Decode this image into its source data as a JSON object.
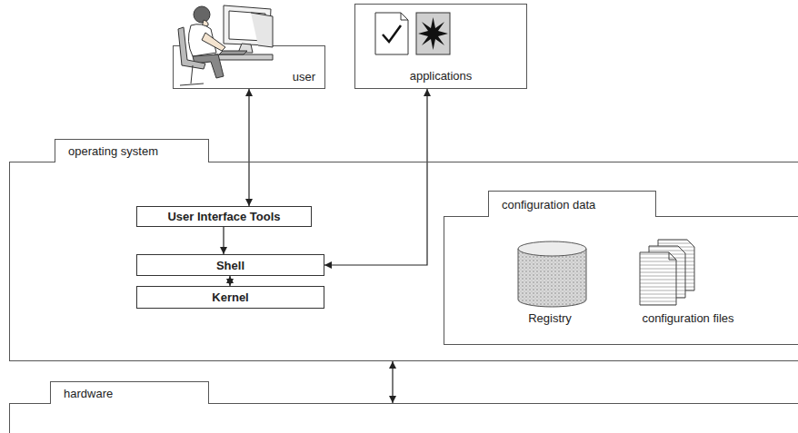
{
  "diagram": {
    "nodes": [
      {
        "text": [
          "user"
        ]
      },
      {
        "text": [
          "applications"
        ]
      },
      {
        "text": [
          "operating system"
        ]
      },
      {
        "text": [
          "User Interface Tools"
        ],
        "in": 2
      },
      {
        "text": [
          "Shell"
        ],
        "in": 2
      },
      {
        "text": [
          "Kernel"
        ],
        "in": 2
      },
      {
        "text": [
          "configuration data"
        ],
        "in": 2
      },
      {
        "text": [
          "Registry"
        ],
        "in": 6
      },
      {
        "text": [
          "configuration files"
        ],
        "in": 6
      },
      {
        "text": [
          "hardware"
        ]
      }
    ],
    "edges": [
      {
        "from": 0,
        "to": 3,
        "arrow": "both"
      },
      {
        "from": 3,
        "to": 4,
        "arrow": "to"
      },
      {
        "from": 4,
        "to": 5,
        "arrow": "both"
      },
      {
        "from": 1,
        "to": 4,
        "arrow": "both"
      },
      {
        "from": 2,
        "to": 9,
        "arrow": "both"
      }
    ]
  }
}
